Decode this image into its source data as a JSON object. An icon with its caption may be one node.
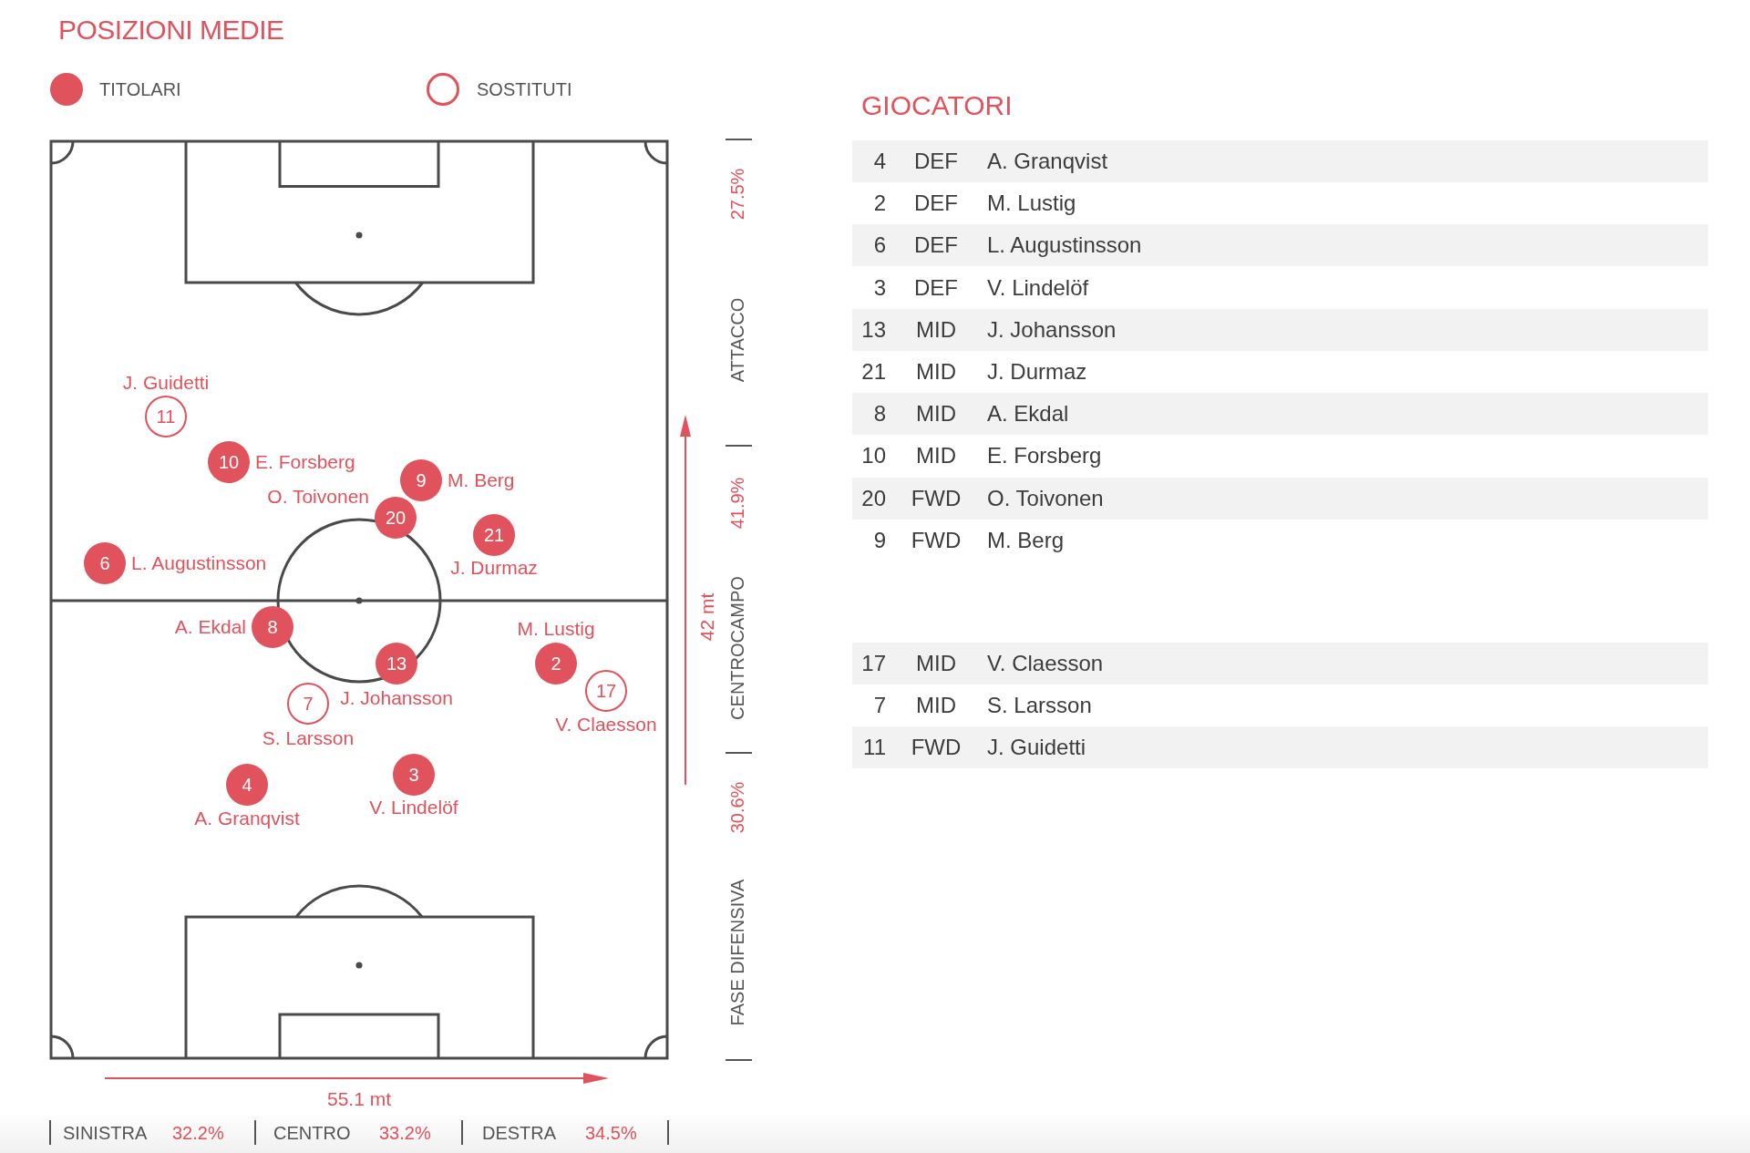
{
  "diagram": {
    "title": "POSIZIONI MEDIE",
    "legend": [
      {
        "text": "TITOLARI",
        "color": "#e0525c"
      },
      {
        "text": "SOSTITUTI"
      }
    ],
    "nodes": [
      {
        "text": [
          "11"
        ],
        "beside": [
          "J. Guidetti"
        ]
      },
      {
        "text": [
          "10"
        ],
        "beside": [
          "E. Forsberg"
        ]
      },
      {
        "text": [
          "9"
        ],
        "beside": [
          "M. Berg"
        ]
      },
      {
        "text": [
          "20"
        ],
        "beside": [
          "O. Toivonen"
        ]
      },
      {
        "text": [
          "21"
        ],
        "beside": [
          "J. Durmaz"
        ]
      },
      {
        "text": [
          "6"
        ],
        "beside": [
          "L. Augustinsson"
        ]
      },
      {
        "text": [
          "8"
        ],
        "beside": [
          "A. Ekdal"
        ]
      },
      {
        "text": [
          "13"
        ],
        "beside": [
          "J. Johansson"
        ]
      },
      {
        "text": [
          "2"
        ],
        "beside": [
          "M. Lustig"
        ]
      },
      {
        "text": [
          "7"
        ],
        "beside": [
          "S. Larsson"
        ]
      },
      {
        "text": [
          "17"
        ],
        "beside": [
          "V. Claesson"
        ]
      },
      {
        "text": [
          "3"
        ],
        "beside": [
          "V. Lindelöf"
        ]
      },
      {
        "text": [
          "4"
        ],
        "beside": [
          "A. Granqvist"
        ]
      }
    ],
    "labels": [
      "27.5%",
      "ATTACCO",
      "41.9%",
      "CENTROCAMPO",
      "42 mt",
      "30.6%",
      "FASE DIFENSIVA",
      "55.1 mt",
      "SINISTRA",
      "32.2%",
      "CENTRO",
      "33.2%",
      "DESTRA",
      "34.5%",
      "GIOCATORI",
      "4",
      "DEF",
      "A. Granqvist",
      "2",
      "DEF",
      "M. Lustig",
      "6",
      "DEF",
      "L. Augustinsson",
      "3",
      "DEF",
      "V. Lindelöf",
      "13",
      "MID",
      "J. Johansson",
      "21",
      "MID",
      "J. Durmaz",
      "8",
      "MID",
      "A. Ekdal",
      "10",
      "MID",
      "E. Forsberg",
      "20",
      "FWD",
      "O. Toivonen",
      "9",
      "FWD",
      "M. Berg",
      "17",
      "MID",
      "V. Claesson",
      "7",
      "MID",
      "S. Larsson",
      "11",
      "FWD",
      "J. Guidetti"
    ]
  }
}
